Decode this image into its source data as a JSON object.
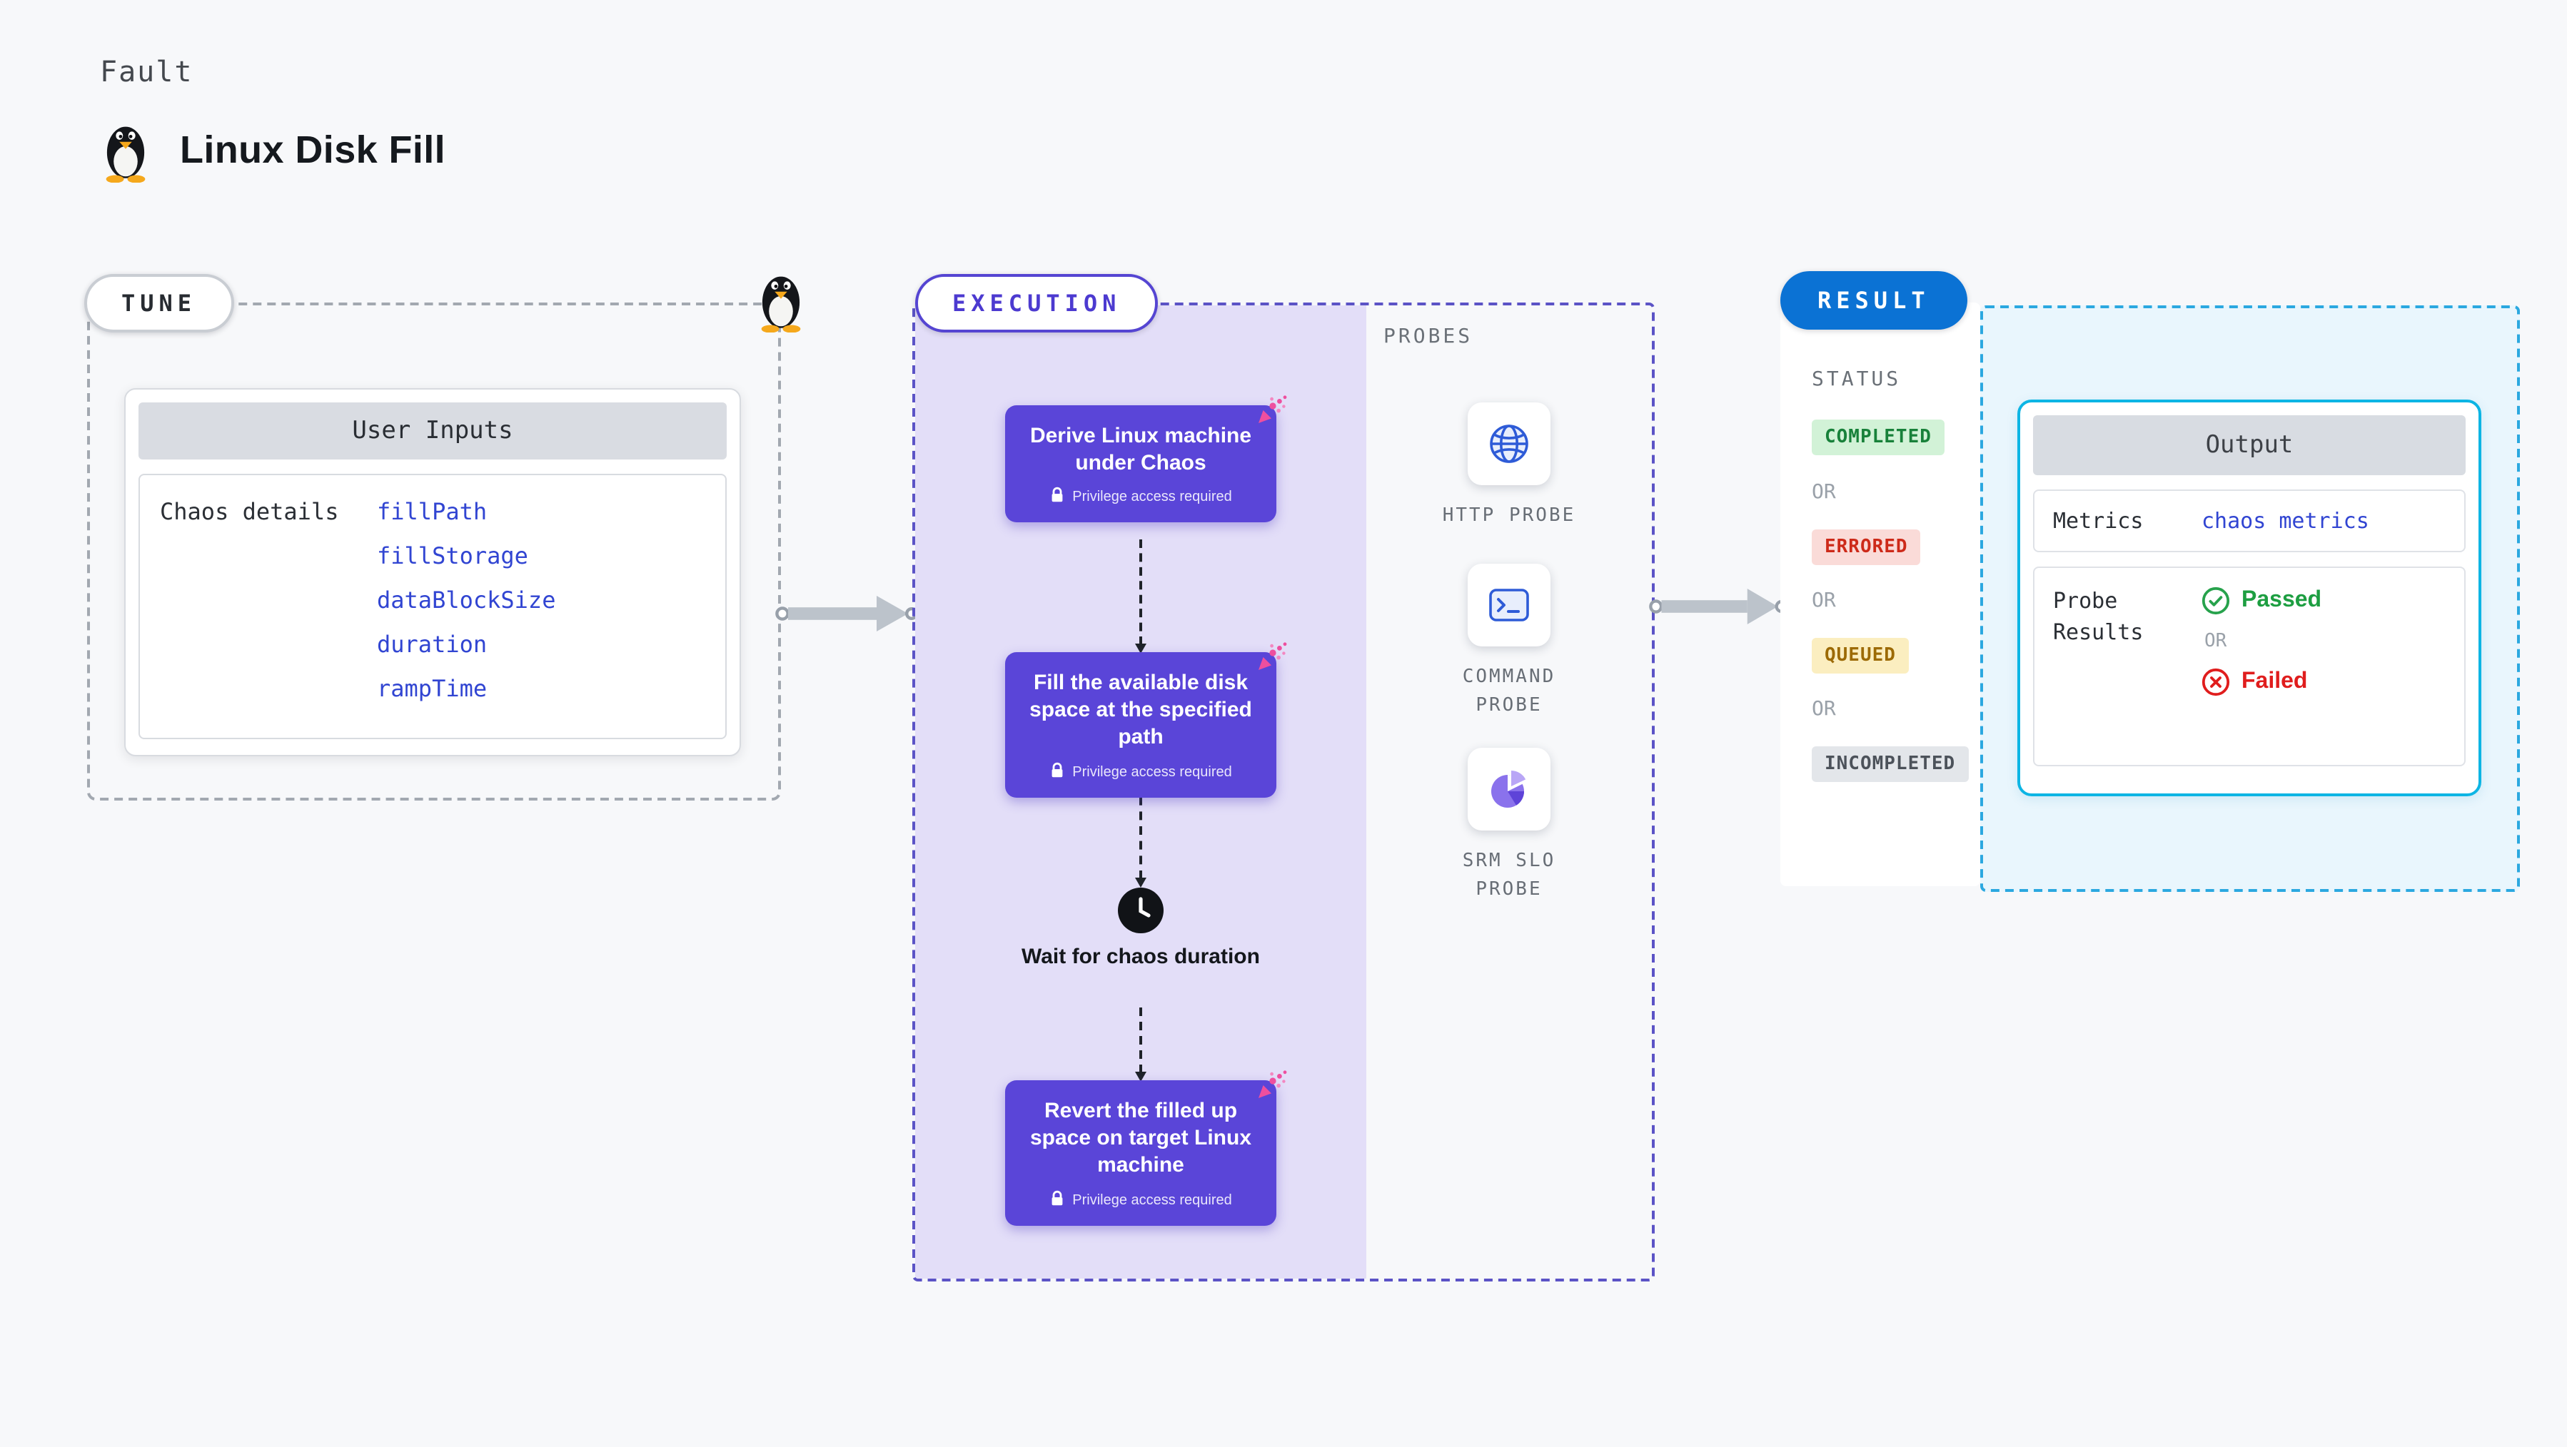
{
  "header": {
    "kicker": "Fault",
    "title": "Linux Disk Fill"
  },
  "tune": {
    "label": "TUNE",
    "card_header": "User Inputs",
    "row_label": "Chaos details",
    "values": [
      "fillPath",
      "fillStorage",
      "dataBlockSize",
      "duration",
      "rampTime"
    ]
  },
  "execution": {
    "label": "EXECUTION",
    "steps": [
      {
        "title": "Derive Linux machine under Chaos",
        "badge": "Privilege access required"
      },
      {
        "title": "Fill the available disk space at the specified path",
        "badge": "Privilege access required"
      },
      {
        "title": "Revert the filled up space on target Linux machine",
        "badge": "Privilege access required"
      }
    ],
    "wait_label": "Wait for chaos duration"
  },
  "probes": {
    "label": "PROBES",
    "items": [
      {
        "name": "HTTP PROBE",
        "icon": "globe-icon"
      },
      {
        "name": "COMMAND PROBE",
        "icon": "terminal-icon"
      },
      {
        "name": "SRM SLO PROBE",
        "icon": "slo-donut-icon"
      }
    ]
  },
  "result": {
    "label": "RESULT",
    "status_header": "STATUS",
    "or_label": "OR",
    "statuses": [
      {
        "label": "COMPLETED",
        "tone": "green"
      },
      {
        "label": "ERRORED",
        "tone": "red"
      },
      {
        "label": "QUEUED",
        "tone": "yellow"
      },
      {
        "label": "INCOMPLETED",
        "tone": "gray"
      }
    ],
    "output": {
      "header": "Output",
      "metrics_label": "Metrics",
      "metrics_value": "chaos metrics",
      "probe_results_label": "Probe Results",
      "passed_label": "Passed",
      "failed_label": "Failed"
    }
  },
  "colors": {
    "page_background": "#f7f8fa",
    "step_purple": "#5a45d8",
    "execution_panel_purple": "#e3def8",
    "chaos_pink": "#ee4f9f",
    "result_pill_blue": "#0b72d4",
    "result_panel_blue": "#e9f6fd",
    "output_border_cyan": "#0db5e4",
    "code_link_blue": "#3145d2",
    "passed_green": "#1d9e41",
    "failed_red": "#e01d1d",
    "completed_badge": "#d2f2d7",
    "errored_badge": "#fadbd8",
    "queued_badge": "#fbeec0",
    "incompleted_badge": "#e3e6ea"
  }
}
